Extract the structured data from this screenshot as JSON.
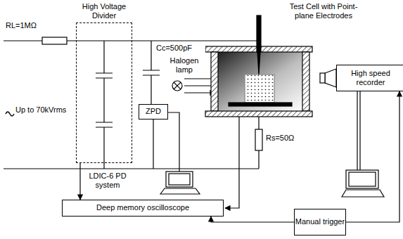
{
  "diagram": {
    "nodes": [
      {
        "text": [
          "High Voltage Divider"
        ]
      },
      {
        "text": [
          "ZPD"
        ]
      },
      {
        "text": [
          "High speed recorder"
        ]
      },
      {
        "text": [
          "Deep memory oscilloscope"
        ]
      },
      {
        "text": [
          "Manual trigger"
        ]
      }
    ],
    "edges": [
      {
        "from": 0,
        "to": 3,
        "arrow": "to"
      },
      {
        "from": 4,
        "to": 3,
        "arrow": "to"
      },
      {
        "from": 4,
        "to": 2,
        "arrow": "to"
      }
    ],
    "labels": [
      "RL=1MΩ",
      "Up to 70kVrms",
      "Cc=500pF",
      "Halogen lamp",
      "Test Cell with Point-plane Electrodes",
      "LDIC-6 PD system",
      "Rs=50Ω"
    ]
  }
}
